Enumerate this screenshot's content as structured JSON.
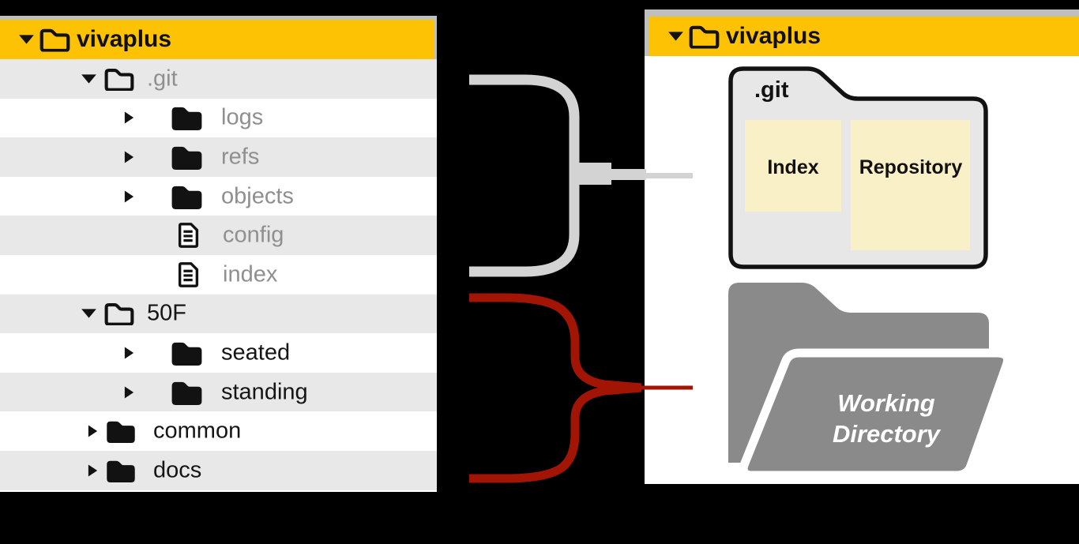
{
  "left_panel": {
    "header": {
      "label": "vivaplus"
    },
    "rows": [
      {
        "label": ".git",
        "level": 1,
        "kind": "open",
        "muted": true
      },
      {
        "label": "logs",
        "level": 2,
        "kind": "closed",
        "muted": true
      },
      {
        "label": "refs",
        "level": 2,
        "kind": "closed",
        "muted": true
      },
      {
        "label": "objects",
        "level": 2,
        "kind": "closed",
        "muted": true
      },
      {
        "label": "config",
        "level": 2,
        "kind": "file",
        "muted": true
      },
      {
        "label": "index",
        "level": 2,
        "kind": "file",
        "muted": true
      },
      {
        "label": "50F",
        "level": 1,
        "kind": "open",
        "muted": false
      },
      {
        "label": "seated",
        "level": 2,
        "kind": "closed",
        "muted": false
      },
      {
        "label": "standing",
        "level": 2,
        "kind": "closed",
        "muted": false
      },
      {
        "label": "common",
        "level": 1,
        "kind": "closed",
        "muted": false
      },
      {
        "label": "docs",
        "level": 1,
        "kind": "closed",
        "muted": false
      }
    ]
  },
  "right_panel": {
    "header": {
      "label": "vivaplus"
    },
    "git_folder": {
      "label": ".git",
      "boxes": [
        {
          "label": "Index"
        },
        {
          "label": "Repository"
        }
      ]
    },
    "working_directory": {
      "line1": "Working",
      "line2": "Directory"
    }
  },
  "colors": {
    "header_yellow": "#FCC203",
    "panel_border_gray": "#BFBFBF",
    "row_stripe_gray": "#E8E8E8",
    "muted_text_gray": "#8F8F8F",
    "brace_gray": "#D3D3D3",
    "brace_red": "#A21505",
    "folder_icon_gray": "#8A8A8A",
    "git_box_fill": "#E7E7E7",
    "index_repo_cream": "#FAF0C8"
  }
}
